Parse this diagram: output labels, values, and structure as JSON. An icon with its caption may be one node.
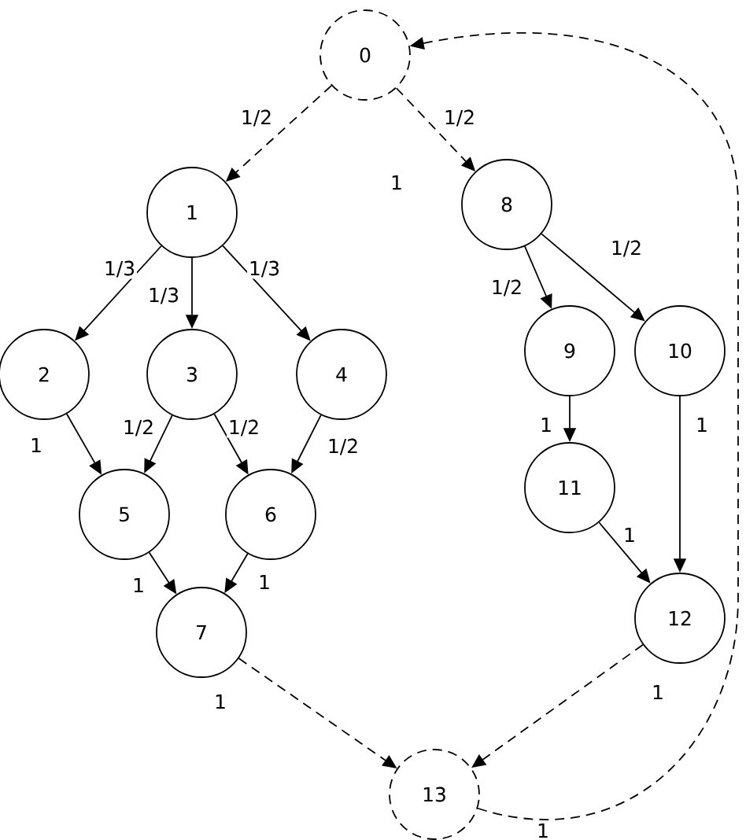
{
  "diagram": {
    "nodes": [
      {
        "text": [
          "0"
        ]
      },
      {
        "text": [
          "1"
        ]
      },
      {
        "text": [
          "2"
        ]
      },
      {
        "text": [
          "3"
        ]
      },
      {
        "text": [
          "4"
        ]
      },
      {
        "text": [
          "5"
        ]
      },
      {
        "text": [
          "6"
        ]
      },
      {
        "text": [
          "7"
        ]
      },
      {
        "text": [
          "8"
        ]
      },
      {
        "text": [
          "9"
        ]
      },
      {
        "text": [
          "10"
        ]
      },
      {
        "text": [
          "11"
        ]
      },
      {
        "text": [
          "12"
        ]
      },
      {
        "text": [
          "13"
        ]
      }
    ],
    "edges": [
      {
        "from": 0,
        "to": 1,
        "arrow": "to",
        "label": "1/2",
        "style": "dashed"
      },
      {
        "from": 0,
        "to": 8,
        "arrow": "to",
        "label": "1/2",
        "style": "dashed"
      },
      {
        "from": 1,
        "to": 2,
        "arrow": "to",
        "label": "1/3"
      },
      {
        "from": 1,
        "to": 3,
        "arrow": "to",
        "label": "1/3"
      },
      {
        "from": 1,
        "to": 4,
        "arrow": "to",
        "label": "1/3"
      },
      {
        "from": 8,
        "to": 9,
        "arrow": "to",
        "label": "1/2"
      },
      {
        "from": 8,
        "to": 10,
        "arrow": "to",
        "label": "1/2"
      },
      {
        "from": 2,
        "to": 5,
        "arrow": "to",
        "label": "1"
      },
      {
        "from": 3,
        "to": 5,
        "arrow": "to",
        "label": "1/2"
      },
      {
        "from": 3,
        "to": 6,
        "arrow": "to",
        "label": "1/2"
      },
      {
        "from": 4,
        "to": 6,
        "arrow": "to",
        "label": "1/2"
      },
      {
        "from": 9,
        "to": 11,
        "arrow": "to",
        "label": "1"
      },
      {
        "from": 10,
        "to": 12,
        "arrow": "to",
        "label": "1"
      },
      {
        "from": 5,
        "to": 7,
        "arrow": "to",
        "label": "1"
      },
      {
        "from": 6,
        "to": 7,
        "arrow": "to",
        "label": "1"
      },
      {
        "from": 11,
        "to": 12,
        "arrow": "to",
        "label": "1"
      },
      {
        "from": 7,
        "to": 13,
        "arrow": "to",
        "label": "1",
        "style": "dashed"
      },
      {
        "from": 12,
        "to": 13,
        "arrow": "to",
        "label": "1",
        "style": "dashed"
      },
      {
        "from": 13,
        "to": 0,
        "arrow": "to",
        "label": "1",
        "style": "dashed"
      }
    ],
    "labels": [
      "1"
    ]
  }
}
